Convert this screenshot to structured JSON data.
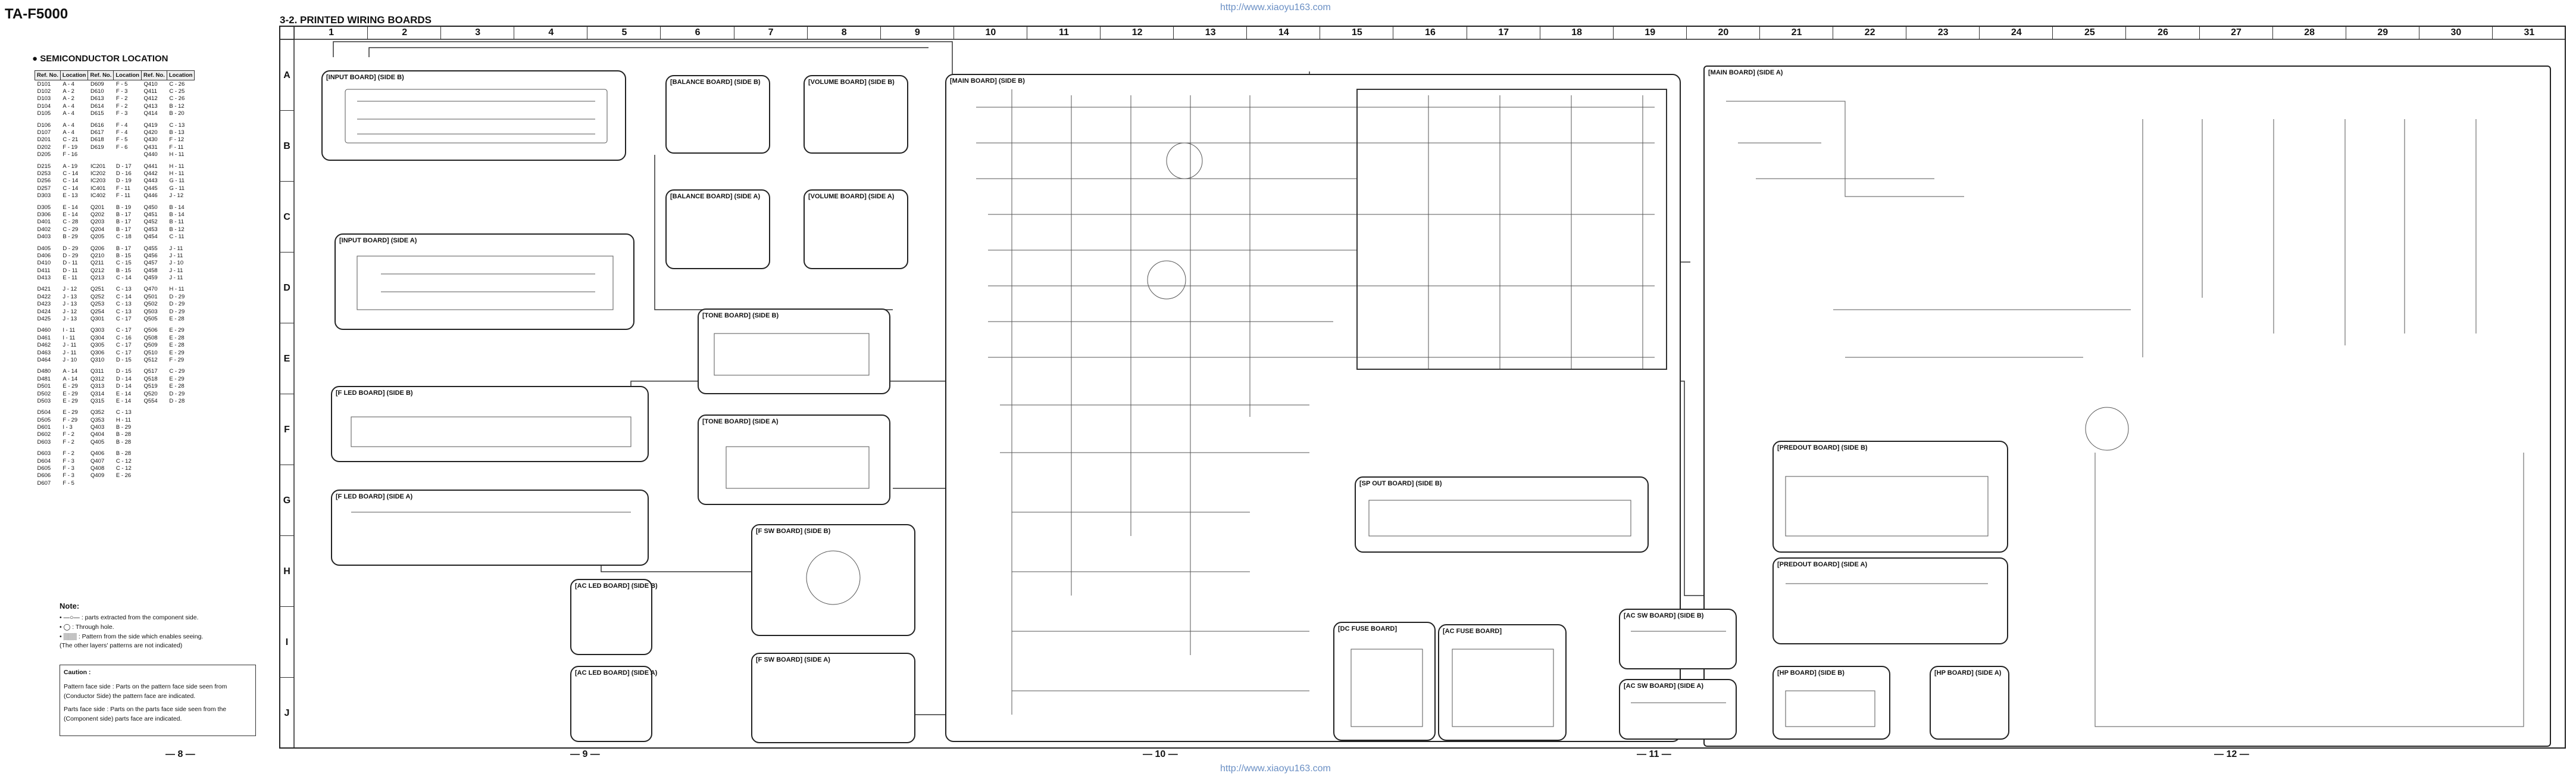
{
  "header": {
    "model": "TA-F5000",
    "section": "3-2. PRINTED WIRING BOARDS",
    "site": "http://www.xiaoyu163.com"
  },
  "location": {
    "title": "● SEMICONDUCTOR LOCATION",
    "headers": [
      "Ref. No.",
      "Location",
      "Ref. No.",
      "Location",
      "Ref. No.",
      "Location"
    ],
    "rows": [
      [
        "D101",
        "A - 4",
        "D609",
        "F - 5",
        "Q410",
        "C - 26"
      ],
      [
        "D102",
        "A - 2",
        "D610",
        "F - 3",
        "Q411",
        "C - 25"
      ],
      [
        "D103",
        "A - 2",
        "D613",
        "F - 2",
        "Q412",
        "C - 26"
      ],
      [
        "D104",
        "A - 4",
        "D614",
        "F - 2",
        "Q413",
        "B - 12"
      ],
      [
        "D105",
        "A - 4",
        "D615",
        "F - 3",
        "Q414",
        "B - 20"
      ],
      [
        "",
        "",
        "",
        "",
        "",
        ""
      ],
      [
        "D106",
        "A - 4",
        "D616",
        "F - 4",
        "Q419",
        "C - 13"
      ],
      [
        "D107",
        "A - 4",
        "D617",
        "F - 4",
        "Q420",
        "B - 13"
      ],
      [
        "D201",
        "C - 21",
        "D618",
        "F - 5",
        "Q430",
        "F - 12"
      ],
      [
        "D202",
        "F - 19",
        "D619",
        "F - 6",
        "Q431",
        "F - 11"
      ],
      [
        "D205",
        "F - 16",
        "",
        "",
        "Q440",
        "H - 11"
      ],
      [
        "",
        "",
        "",
        "",
        "",
        ""
      ],
      [
        "D215",
        "A - 19",
        "IC201",
        "D - 17",
        "Q441",
        "H - 11"
      ],
      [
        "D253",
        "C - 14",
        "IC202",
        "D - 16",
        "Q442",
        "H - 11"
      ],
      [
        "D256",
        "C - 14",
        "IC203",
        "D - 19",
        "Q443",
        "G - 11"
      ],
      [
        "D257",
        "C - 14",
        "IC401",
        "F - 11",
        "Q445",
        "G - 11"
      ],
      [
        "D303",
        "E - 13",
        "IC402",
        "F - 11",
        "Q446",
        "J - 12"
      ],
      [
        "",
        "",
        "",
        "",
        "",
        ""
      ],
      [
        "D305",
        "E - 14",
        "Q201",
        "B - 19",
        "Q450",
        "B - 14"
      ],
      [
        "D306",
        "E - 14",
        "Q202",
        "B - 17",
        "Q451",
        "B - 14"
      ],
      [
        "D401",
        "C - 28",
        "Q203",
        "B - 17",
        "Q452",
        "B - 11"
      ],
      [
        "D402",
        "C - 29",
        "Q204",
        "B - 17",
        "Q453",
        "B - 12"
      ],
      [
        "D403",
        "B - 29",
        "Q205",
        "C - 18",
        "Q454",
        "C - 11"
      ],
      [
        "",
        "",
        "",
        "",
        "",
        ""
      ],
      [
        "D405",
        "D - 29",
        "Q206",
        "B - 17",
        "Q455",
        "J - 11"
      ],
      [
        "D406",
        "D - 29",
        "Q210",
        "B - 15",
        "Q456",
        "J - 11"
      ],
      [
        "D410",
        "D - 11",
        "Q211",
        "C - 15",
        "Q457",
        "J - 10"
      ],
      [
        "D411",
        "D - 11",
        "Q212",
        "B - 15",
        "Q458",
        "J - 11"
      ],
      [
        "D413",
        "E - 11",
        "Q213",
        "C - 14",
        "Q459",
        "J - 11"
      ],
      [
        "",
        "",
        "",
        "",
        "",
        ""
      ],
      [
        "D421",
        "J - 12",
        "Q251",
        "C - 13",
        "Q470",
        "H - 11"
      ],
      [
        "D422",
        "J - 13",
        "Q252",
        "C - 14",
        "Q501",
        "D - 29"
      ],
      [
        "D423",
        "J - 13",
        "Q253",
        "C - 13",
        "Q502",
        "D - 29"
      ],
      [
        "D424",
        "J - 12",
        "Q254",
        "C - 13",
        "Q503",
        "D - 29"
      ],
      [
        "D425",
        "J - 13",
        "Q301",
        "C - 17",
        "Q505",
        "E - 28"
      ],
      [
        "",
        "",
        "",
        "",
        "",
        ""
      ],
      [
        "D460",
        "I - 11",
        "Q303",
        "C - 17",
        "Q506",
        "E - 29"
      ],
      [
        "D461",
        "I - 11",
        "Q304",
        "C - 16",
        "Q508",
        "E - 28"
      ],
      [
        "D462",
        "J - 11",
        "Q305",
        "C - 17",
        "Q509",
        "E - 28"
      ],
      [
        "D463",
        "J - 11",
        "Q306",
        "C - 17",
        "Q510",
        "E - 29"
      ],
      [
        "D464",
        "J - 10",
        "Q310",
        "D - 15",
        "Q512",
        "F - 29"
      ],
      [
        "",
        "",
        "",
        "",
        "",
        ""
      ],
      [
        "D480",
        "A - 14",
        "Q311",
        "D - 15",
        "Q517",
        "C - 29"
      ],
      [
        "D481",
        "A - 14",
        "Q312",
        "D - 14",
        "Q518",
        "E - 29"
      ],
      [
        "D501",
        "E - 29",
        "Q313",
        "D - 14",
        "Q519",
        "E - 28"
      ],
      [
        "D502",
        "E - 29",
        "Q314",
        "E - 14",
        "Q520",
        "D - 29"
      ],
      [
        "D503",
        "E - 29",
        "Q315",
        "E - 14",
        "Q554",
        "D - 28"
      ],
      [
        "",
        "",
        "",
        "",
        "",
        ""
      ],
      [
        "D504",
        "E - 29",
        "Q352",
        "C - 13",
        "",
        ""
      ],
      [
        "D505",
        "F - 29",
        "Q353",
        "H - 11",
        "",
        ""
      ],
      [
        "D601",
        "I - 3",
        "Q403",
        "B - 29",
        "",
        ""
      ],
      [
        "D602",
        "F - 2",
        "Q404",
        "B - 28",
        "",
        ""
      ],
      [
        "D603",
        "F - 2",
        "Q405",
        "B - 28",
        "",
        ""
      ],
      [
        "",
        "",
        "",
        "",
        "",
        ""
      ],
      [
        "D603",
        "F - 2",
        "Q406",
        "B - 28",
        "",
        ""
      ],
      [
        "D604",
        "F - 3",
        "Q407",
        "C - 12",
        "",
        ""
      ],
      [
        "D605",
        "F - 3",
        "Q408",
        "C - 12",
        "",
        ""
      ],
      [
        "D606",
        "F - 3",
        "Q409",
        "E - 26",
        "",
        ""
      ],
      [
        "D607",
        "F - 5",
        "",
        "",
        "",
        ""
      ]
    ]
  },
  "notes": {
    "title": "Note:",
    "items": [
      "• —○—  : parts extracted from the component side.",
      "• ◯ : Through hole.",
      "• ▒▒▒ : Pattern from the side which enables seeing.",
      "   (The other layers' patterns are not indicated)"
    ],
    "caution_title": "Caution :",
    "caution_rows": [
      "Pattern face side : Parts on the pattern face side seen from",
      "(Conductor Side)    the pattern face are indicated.",
      "Parts face side :    Parts on the parts face side seen from the",
      "(Component side)    parts face are indicated."
    ]
  },
  "grid": {
    "cols": [
      "1",
      "2",
      "3",
      "4",
      "5",
      "6",
      "7",
      "8",
      "9",
      "10",
      "11",
      "12",
      "13",
      "14",
      "15",
      "16",
      "17",
      "18",
      "19",
      "20",
      "21",
      "22",
      "23",
      "24",
      "25",
      "26",
      "27",
      "28",
      "29",
      "30",
      "31"
    ],
    "rows": [
      "A",
      "B",
      "C",
      "D",
      "E",
      "F",
      "G",
      "H",
      "I",
      "J"
    ]
  },
  "boards": {
    "input_b": "[INPUT BOARD] (SIDE B)",
    "balance_b": "[BALANCE BOARD] (SIDE B)",
    "volume_b": "[VOLUME BOARD] (SIDE B)",
    "balance_a": "[BALANCE BOARD] (SIDE A)",
    "volume_a": "[VOLUME BOARD] (SIDE A)",
    "input_a": "[INPUT BOARD] (SIDE A)",
    "tone_b": "[TONE BOARD] (SIDE B)",
    "tone_a": "[TONE BOARD] (SIDE A)",
    "fled_b": "[F LED BOARD] (SIDE B)",
    "fled_a": "[F LED BOARD] (SIDE A)",
    "main_b": "[MAIN BOARD] (SIDE B)",
    "main_a": "[MAIN BOARD] (SIDE A)",
    "fsw_b": "[F SW BOARD] (SIDE B)",
    "fsw_a": "[F SW BOARD] (SIDE A)",
    "acled_b": "[AC LED BOARD] (SIDE B)",
    "acled_a": "[AC LED BOARD] (SIDE A)",
    "spout_b": "[SP OUT BOARD] (SIDE B)",
    "dcfuse": "[DC FUSE BOARD]",
    "acfuse": "[AC FUSE BOARD]",
    "acsw_b": "[AC SW BOARD] (SIDE B)",
    "acsw_a": "[AC SW BOARD] (SIDE A)",
    "predout_b": "[PREDOUT BOARD] (SIDE B)",
    "predout_a": "[PREDOUT BOARD] (SIDE A)",
    "hp_b": "[HP BOARD] (SIDE B)",
    "hp_a": "[HP BOARD] (SIDE A)"
  },
  "pages": [
    "— 8 —",
    "— 9 —",
    "— 10 —",
    "— 11 —",
    "— 12 —"
  ]
}
